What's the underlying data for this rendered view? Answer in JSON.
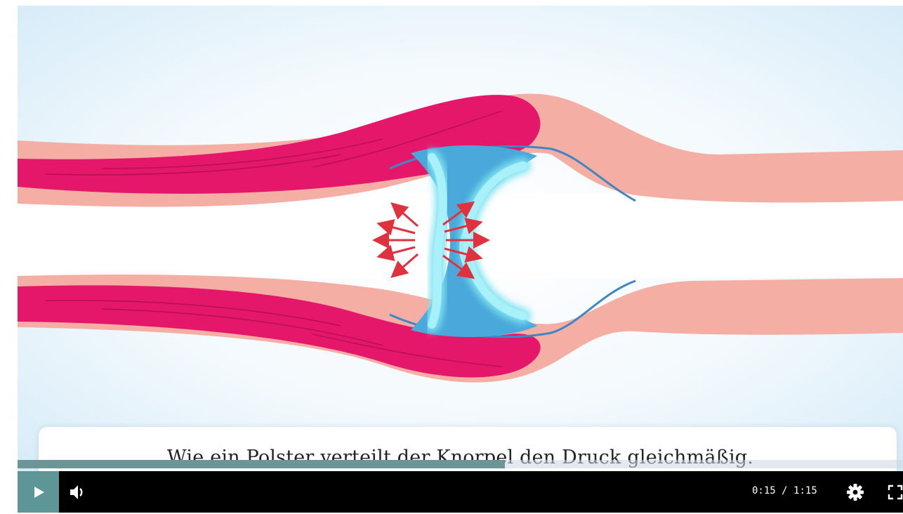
{
  "video": {
    "caption": "Wie ein Polster verteilt der Knorpel den Druck gleichmäßig.",
    "progress": 0.55
  },
  "controls": {
    "current_time": "0:15",
    "separator": "/",
    "duration": "1:15",
    "play_icon": "play-icon",
    "volume_icon": "volume-icon",
    "settings_icon": "gear-icon",
    "fullscreen_icon": "fullscreen-icon"
  },
  "colors": {
    "play_button": "#5e9596",
    "progress_fill": "#6b9596",
    "control_bar": "#000000",
    "muscle": "#e4176b",
    "skin": "#f4aea3",
    "cartilage_light": "#7fe3f0",
    "cartilage_dark": "#4aa8da",
    "arrows": "#e0313f"
  }
}
